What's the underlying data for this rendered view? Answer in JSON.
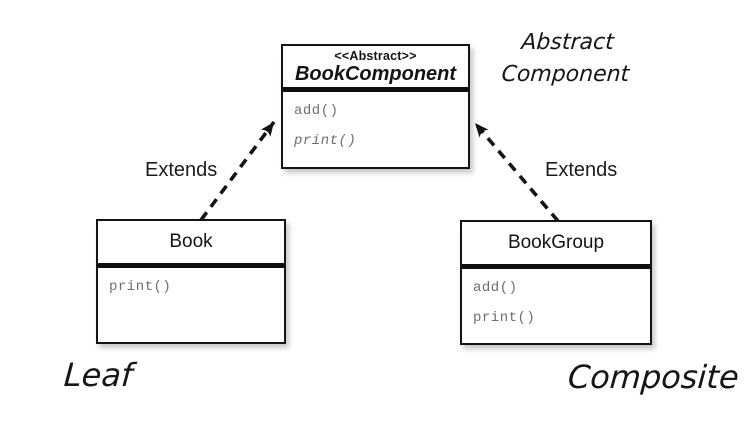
{
  "abstract_class": {
    "stereotype": "<<Abstract>>",
    "name": "BookComponent",
    "methods": [
      "add()",
      "print()"
    ]
  },
  "leaf_class": {
    "name": "Book",
    "methods": [
      "print()"
    ]
  },
  "composite_class": {
    "name": "BookGroup",
    "methods": [
      "add()",
      "print()"
    ]
  },
  "labels": {
    "extends_left": "Extends",
    "extends_right": "Extends",
    "abstract_note_line1": "Abstract",
    "abstract_note_line2": "Component",
    "leaf_note": "Leaf",
    "composite_note": "Composite"
  },
  "colors": {
    "box_border": "#141414",
    "divider": "#0f0f0f",
    "method_text": "#6e6e6e",
    "arrow": "#141414",
    "background": "#ffffff"
  }
}
